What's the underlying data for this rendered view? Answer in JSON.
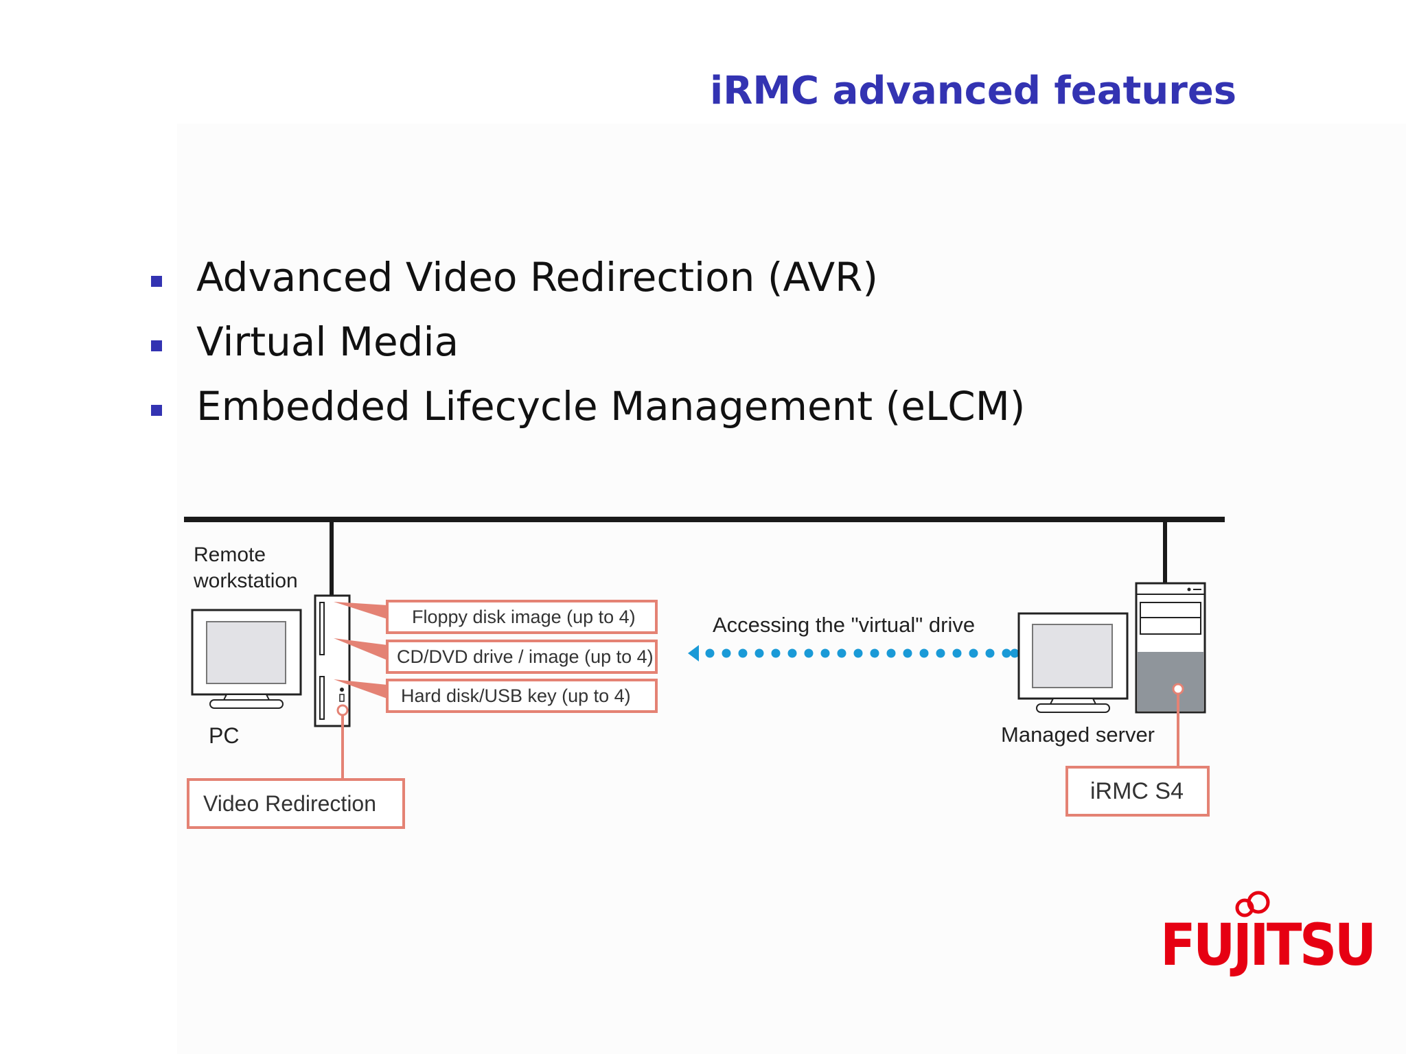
{
  "slide": {
    "title": "iRMC advanced features",
    "bullets": [
      "Advanced Video Redirection (AVR)",
      "Virtual Media",
      "Embedded Lifecycle Management (eLCM)"
    ]
  },
  "diagram": {
    "remote_workstation_label": "Remote\nworkstation",
    "pc_label": "PC",
    "media_boxes": [
      "Floppy disk image (up to 4)",
      "CD/DVD drive / image (up to 4)",
      "Hard disk/USB key (up to 4)"
    ],
    "video_redirection_label": "Video Redirection",
    "access_label": "Accessing the \"virtual\" drive",
    "managed_server_label": "Managed server",
    "irmc_label": "iRMC S4"
  },
  "logo": {
    "text": "FUJITSU",
    "color": "#e60012"
  },
  "colors": {
    "accent": "#3333b2",
    "callout": "#e48274",
    "arrow": "#1a9ad7"
  }
}
